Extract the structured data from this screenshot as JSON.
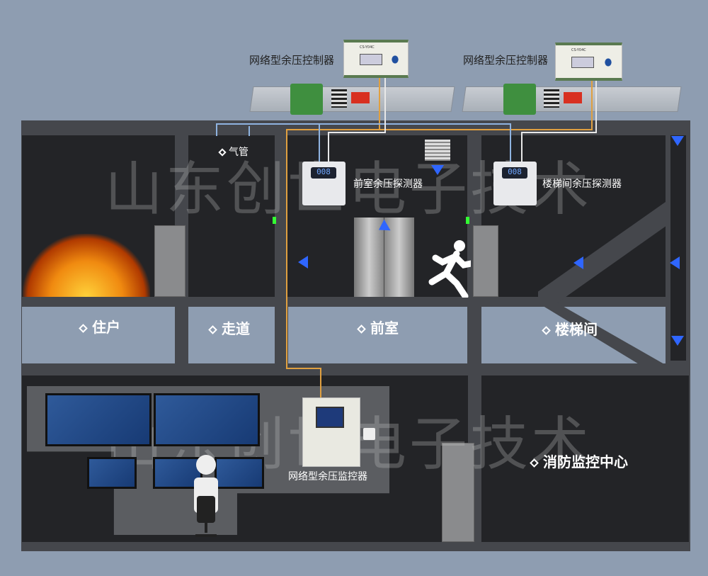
{
  "controllers": [
    {
      "label": "网络型余压控制器",
      "model": "CS-Y04C"
    },
    {
      "label": "网络型余压控制器",
      "model": "CS-Y04C"
    }
  ],
  "detectors": [
    {
      "label": "前室余压探测器",
      "reading": "008"
    },
    {
      "label": "楼梯间余压探测器",
      "reading": "008"
    }
  ],
  "air_pipe_label": "气管",
  "rooms": {
    "resident": "住户",
    "corridor": "走道",
    "antechamber": "前室",
    "stairwell": "楼梯间",
    "fire_center": "消防监控中心"
  },
  "monitor": {
    "label": "网络型余压监控器"
  },
  "watermark": "山东创世电子技术",
  "colors": {
    "background": "#8e9db1",
    "wall": "#45474c",
    "room": "#232427",
    "signal_line": "#e0a040",
    "air_pipe": "#8fb3e0",
    "airflow_arrow": "#2f66ff"
  }
}
